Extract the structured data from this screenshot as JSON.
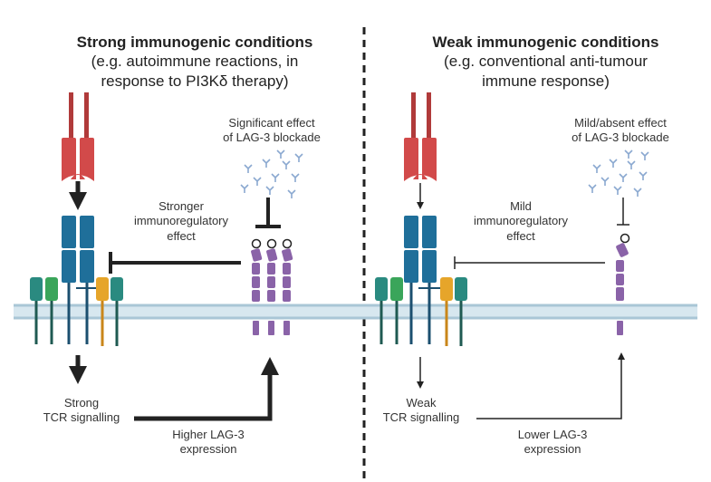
{
  "left_panel": {
    "title_bold": "Strong immunogenic conditions",
    "title_line2": "(e.g. autoimmune reactions, in",
    "title_line3": "response to PI3Kδ therapy)",
    "blockade_label_1": "Significant effect",
    "blockade_label_2": "of LAG-3 blockade",
    "effect_label_1": "Stronger",
    "effect_label_2": "immunoregulatory",
    "effect_label_3": "effect",
    "signal_label_1": "Strong",
    "signal_label_2": "TCR signalling",
    "expression_label_1": "Higher LAG-3",
    "expression_label_2": "expression"
  },
  "right_panel": {
    "title_bold": "Weak immunogenic conditions",
    "title_line2": "(e.g. conventional anti-tumour",
    "title_line3": "immune response)",
    "blockade_label_1": "Mild/absent effect",
    "blockade_label_2": "of LAG-3 blockade",
    "effect_label_1": "Mild",
    "effect_label_2": "immunoregulatory",
    "effect_label_3": "effect",
    "signal_label_1": "Weak",
    "signal_label_2": "TCR signalling",
    "expression_label_1": "Lower LAG-3",
    "expression_label_2": "expression"
  },
  "colors": {
    "mhc_red": "#d24a4a",
    "tcr_blue": "#1f6f9a",
    "teal": "#2a8a80",
    "green": "#3aa55a",
    "orange": "#e6a52a",
    "lag3_purple": "#8a63a8",
    "antibody_blue": "#8aa8d0",
    "membrane": "#a9c6d6"
  }
}
